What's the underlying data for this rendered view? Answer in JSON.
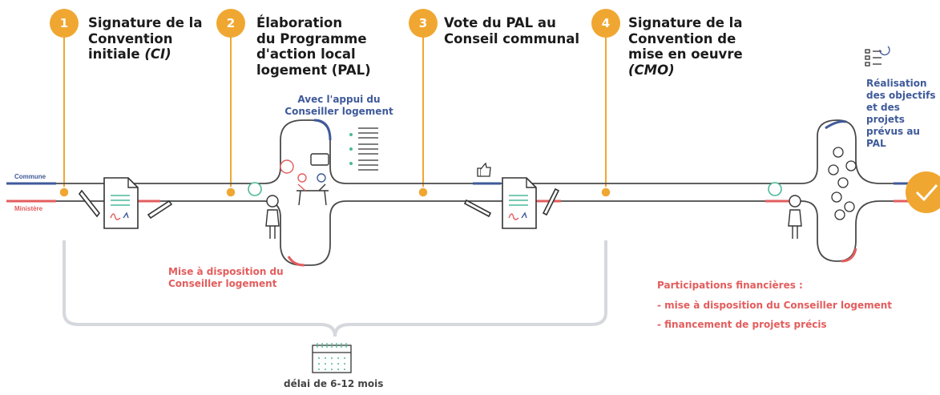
{
  "lines": {
    "commune_label": "Commune",
    "ministere_label": "Ministère"
  },
  "steps": [
    {
      "number": "1",
      "title": "Signature de la\nConvention",
      "title_last": "initiale ",
      "title_italic": "(CI)"
    },
    {
      "number": "2",
      "title": "Élaboration\ndu Programme\nd'action local\nlogement (PAL)"
    },
    {
      "number": "3",
      "title": "Vote du PAL au\nConseil communal"
    },
    {
      "number": "4",
      "title": "Signature de la\nConvention de\nmise en oeuvre",
      "title_italic": "(CMO)"
    }
  ],
  "notes": {
    "appui": "Avec l'appui du\nConseiller logement",
    "mise_a_disposition": "Mise à disposition du\nConseiller logement",
    "participations_title": "Participations financières :",
    "participations_items": [
      "- mise à disposition du Conseiller logement",
      "- financement de projets précis"
    ],
    "realisation": "Réalisation\ndes objectifs\net des projets\nprévus au PAL",
    "delai": "délai de 6-12 mois"
  },
  "icons": [
    "document-icon",
    "pen-icon",
    "speech-bubble-icon",
    "person-icon",
    "meeting-icon",
    "checklist-icon",
    "thumbs-up-icon",
    "calendar-icon",
    "process-icon",
    "checkmark-icon"
  ],
  "colors": {
    "accent": "#f0a732",
    "commune_line": "#3f5a9a",
    "ministere_line": "#e35d5d",
    "track": "#4a4a4a",
    "bracket": "#d5d8dc",
    "bubble": "#4db89a",
    "check": "#f0a732"
  }
}
